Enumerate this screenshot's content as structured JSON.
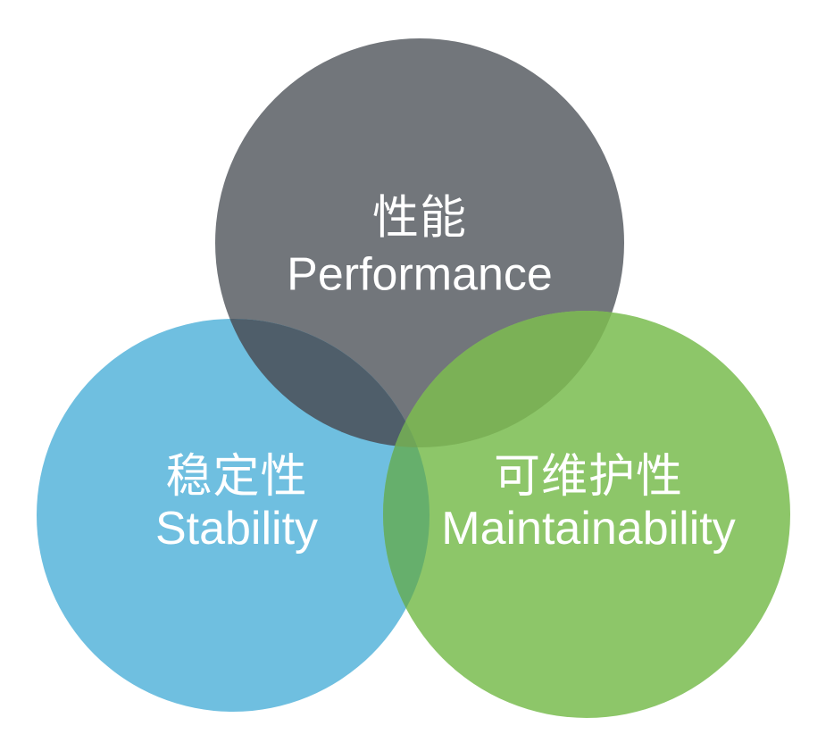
{
  "venn": {
    "background": "#ffffff",
    "text_color": "#ffffff",
    "circles": [
      {
        "id": "performance",
        "label_zh": "性能",
        "label_en": "Performance",
        "color": "#72767B"
      },
      {
        "id": "stability",
        "label_zh": "稳定性",
        "label_en": "Stability",
        "color": "#6FBFE0"
      },
      {
        "id": "maintainability",
        "label_zh": "可维护性",
        "label_en": "Maintainability",
        "color": "#8DC669"
      }
    ],
    "overlaps": {
      "performance_stability": "#4F5E6A",
      "performance_maintainability": "#7BB156",
      "stability_maintainability": "#66AF6C",
      "all_three": "#70A557"
    }
  }
}
